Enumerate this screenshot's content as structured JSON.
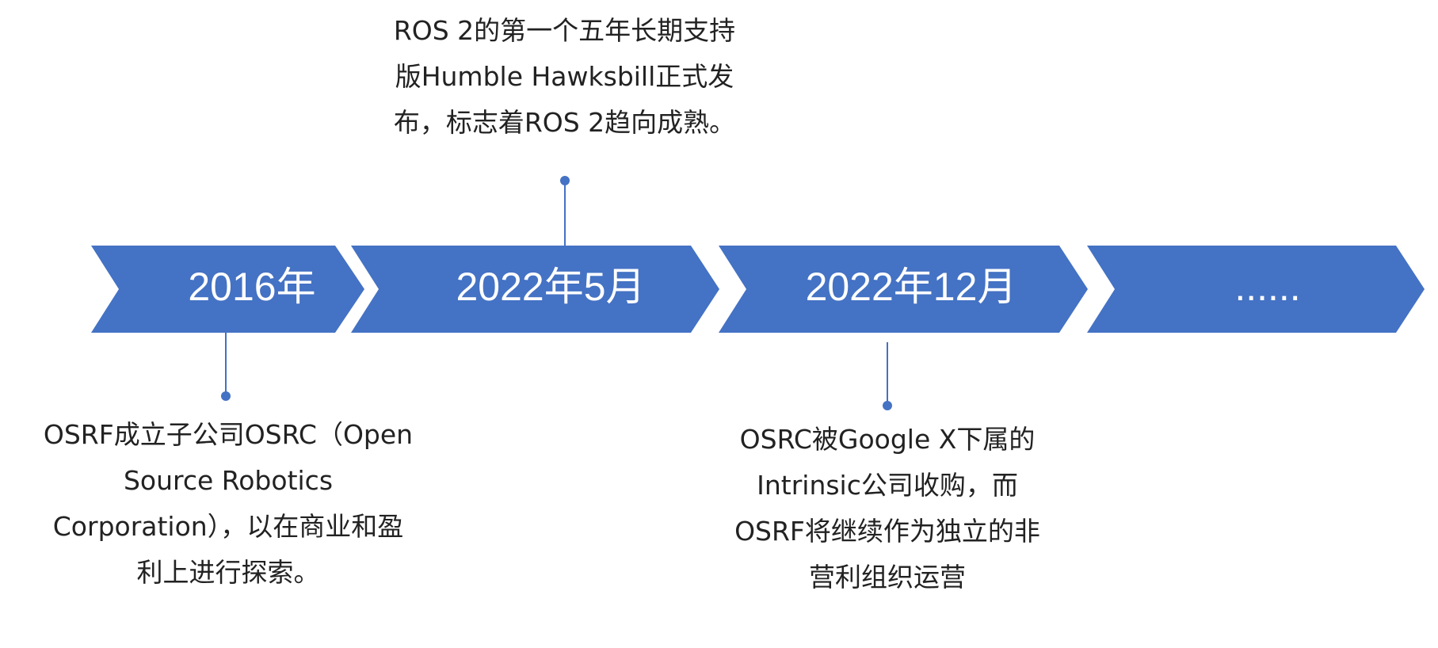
{
  "diagram": {
    "accent_color": "#4472C4",
    "stages": [
      {
        "label": "2016年"
      },
      {
        "label": "2022年5月"
      },
      {
        "label": "2022年12月"
      },
      {
        "label": "......"
      }
    ],
    "events": [
      {
        "stage": "2016年",
        "position": "below",
        "lines": [
          "OSRF成立子公司OSRC（Open",
          "Source Robotics",
          "Corporation），以在商业和盈",
          "利上进行探索。"
        ]
      },
      {
        "stage": "2022年5月",
        "position": "above",
        "lines": [
          "ROS 2的第一个五年长期支持",
          "版Humble Hawksbill正式发",
          "布，标志着ROS 2趋向成熟。"
        ]
      },
      {
        "stage": "2022年12月",
        "position": "below",
        "lines": [
          "OSRC被Google X下属的",
          "Intrinsic公司收购，而",
          "OSRF将继续作为独立的非",
          "营利组织运营"
        ]
      }
    ]
  }
}
